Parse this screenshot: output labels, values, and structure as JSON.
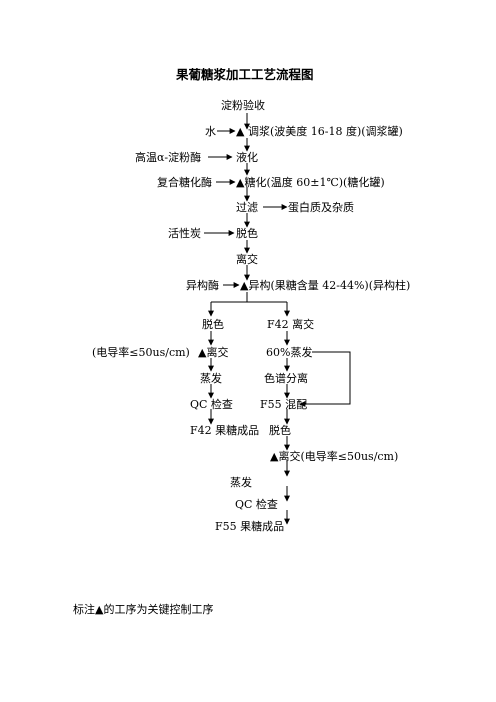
{
  "title": "果葡糖浆加工工艺流程图",
  "steps": {
    "starch_check": "淀粉验收",
    "water": "水",
    "slurry": "▲ 调浆(波美度 16-18 度)(调浆罐)",
    "alpha_amylase": "高温α-淀粉酶",
    "liquefy": "液化",
    "glucoamylase": "复合糖化酶",
    "saccharify": "▲糖化(温度 60±1℃)(糖化罐)",
    "filter": "过滤",
    "protein": "蛋白质及杂质",
    "carbon": "活性炭",
    "decolor1": "脱色",
    "ion1": "离交",
    "isomerase": "异构酶",
    "isomerize": "▲异构(果糖含量 42-44%)(异构柱)",
    "decolor2": "脱色",
    "f42_ion": "F42 离交",
    "conductivity1": "(电导率≤50us/cm)",
    "ion2": "▲离交",
    "evap60": "60%蒸发",
    "evap1": "蒸发",
    "chromatography": "色谱分离",
    "qc1": "QC 检查",
    "f55_mix": "F55 混配",
    "f42_product": "F42 果糖成品",
    "decolor3": "脱色",
    "ion3": "▲离交(电导率≤50us/cm)",
    "evap2": "蒸发",
    "qc2": "QC 检查",
    "f55_product": "F55 果糖成品"
  },
  "note": "标注▲的工序为关键控制工序"
}
